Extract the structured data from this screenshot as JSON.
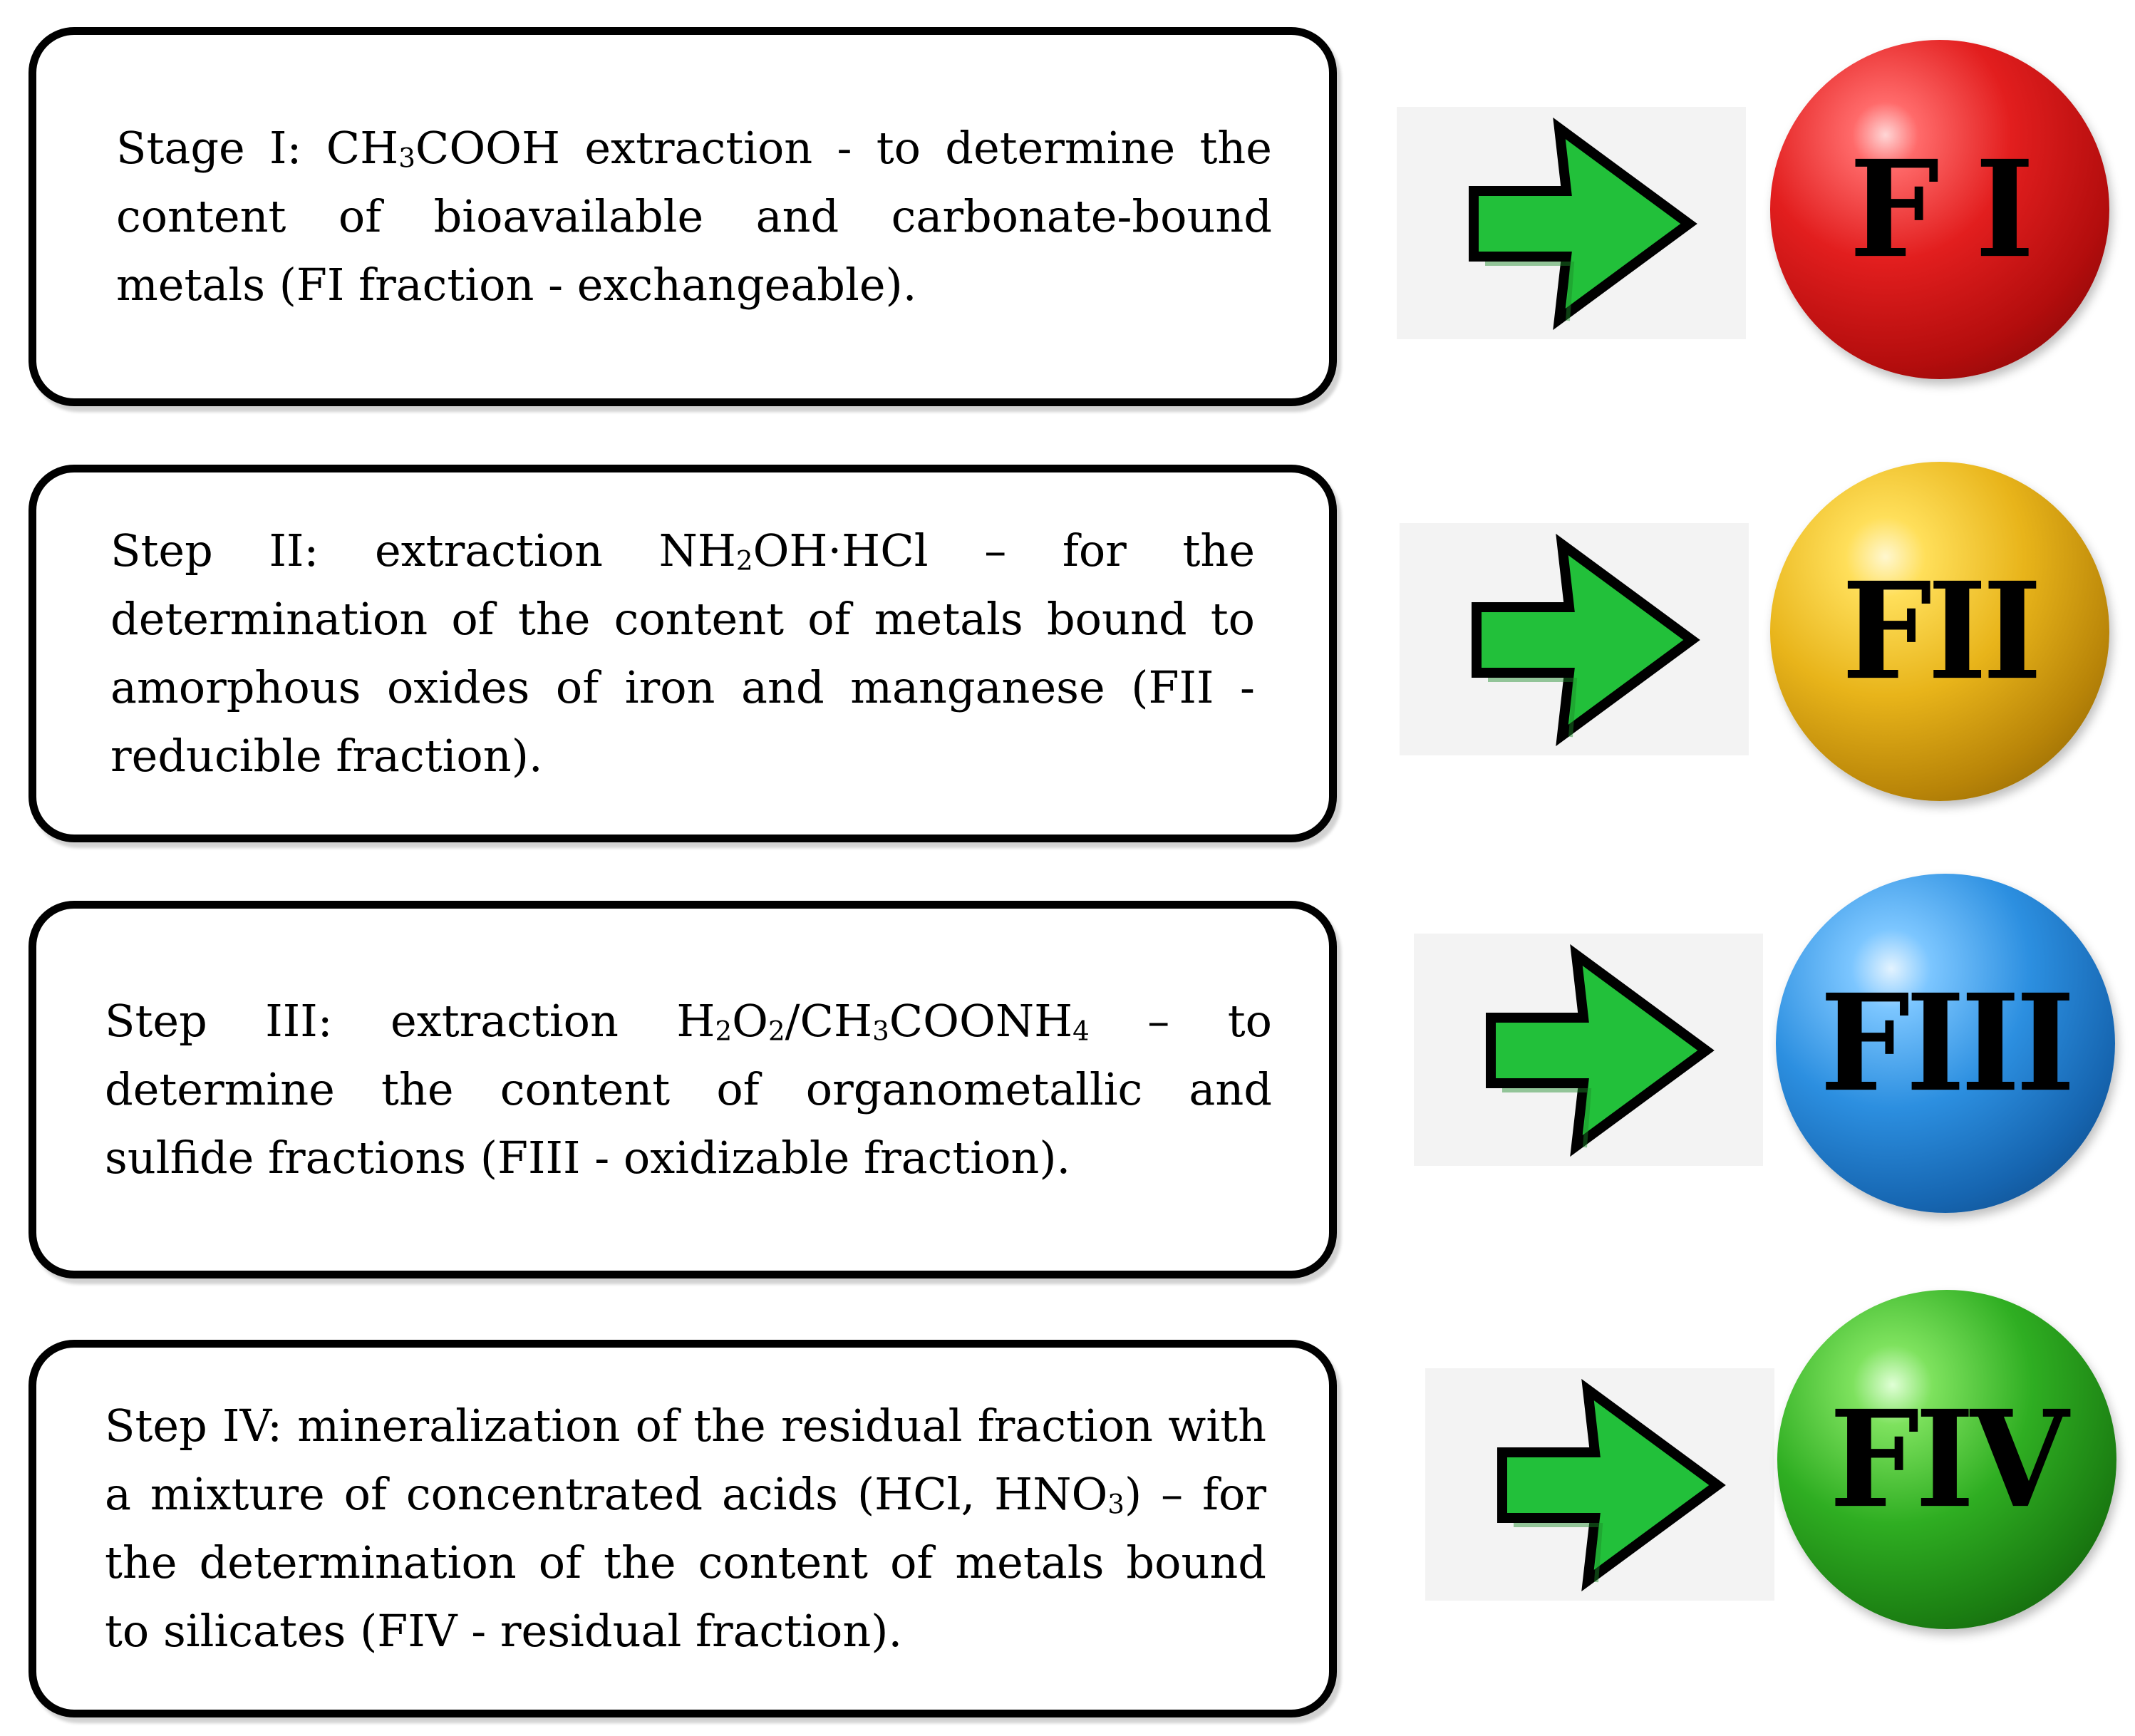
{
  "stages": [
    {
      "segments": [
        {
          "t": "Stage I: CH"
        },
        {
          "t": "3",
          "sub": true
        },
        {
          "t": "COOH extraction - to determine the content of bioavailable and carbonate-bound metals (FI fraction - exchangeable)."
        }
      ],
      "label": "F I",
      "color": "#d91a1a"
    },
    {
      "segments": [
        {
          "t": "Step II: extraction NH"
        },
        {
          "t": "2",
          "sub": true
        },
        {
          "t": "OH·HCl – for the determination of the content of metals bound to amorphous oxides of iron and manganese (FII - reducible fraction)."
        }
      ],
      "label": "FII",
      "color": "#e3ac18"
    },
    {
      "segments": [
        {
          "t": "Step III: extraction H"
        },
        {
          "t": "2",
          "sub": true
        },
        {
          "t": "O"
        },
        {
          "t": "2",
          "sub": true
        },
        {
          "t": "/CH"
        },
        {
          "t": "3",
          "sub": true
        },
        {
          "t": "COONH"
        },
        {
          "t": "4",
          "sub": true
        },
        {
          "t": " – to determine the content of organometallic and sulfide fractions (FIII - oxidizable fraction)."
        }
      ],
      "label": "FIII",
      "color": "#2a8ad8"
    },
    {
      "segments": [
        {
          "t": "Step IV: mineralization of the residual fraction with a mixture of concentrated acids (HCl, HNO"
        },
        {
          "t": "3",
          "sub": true
        },
        {
          "t": ") – for the determination of the content of metals bound to silicates (FIV - residual fraction)."
        }
      ],
      "label": "FIV",
      "color": "#2ea523"
    }
  ],
  "arrow_color": "#22c03a"
}
